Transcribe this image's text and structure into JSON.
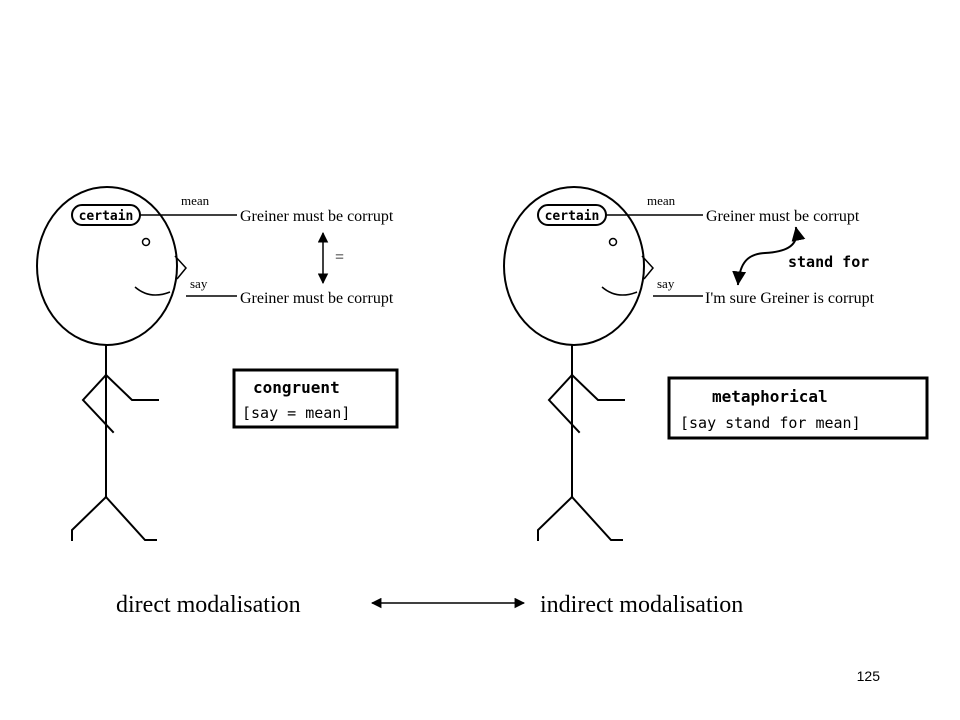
{
  "left_panel": {
    "mood_label": "certain",
    "mean_label": "mean",
    "say_label": "say",
    "mean_text": "Greiner must be corrupt",
    "say_text": "Greiner must be corrupt",
    "relation_symbol": "=",
    "box_title": "congruent",
    "box_formula": "[say = mean]"
  },
  "right_panel": {
    "mood_label": "certain",
    "mean_label": "mean",
    "say_label": "say",
    "mean_text": "Greiner must be corrupt",
    "say_text": "I'm sure Greiner is corrupt",
    "relation_label": "stand for",
    "box_title": "metaphorical",
    "box_formula": "[say stand for mean]"
  },
  "bottom": {
    "left_caption": "direct modalisation",
    "right_caption": "indirect modalisation"
  },
  "page_number": "125"
}
